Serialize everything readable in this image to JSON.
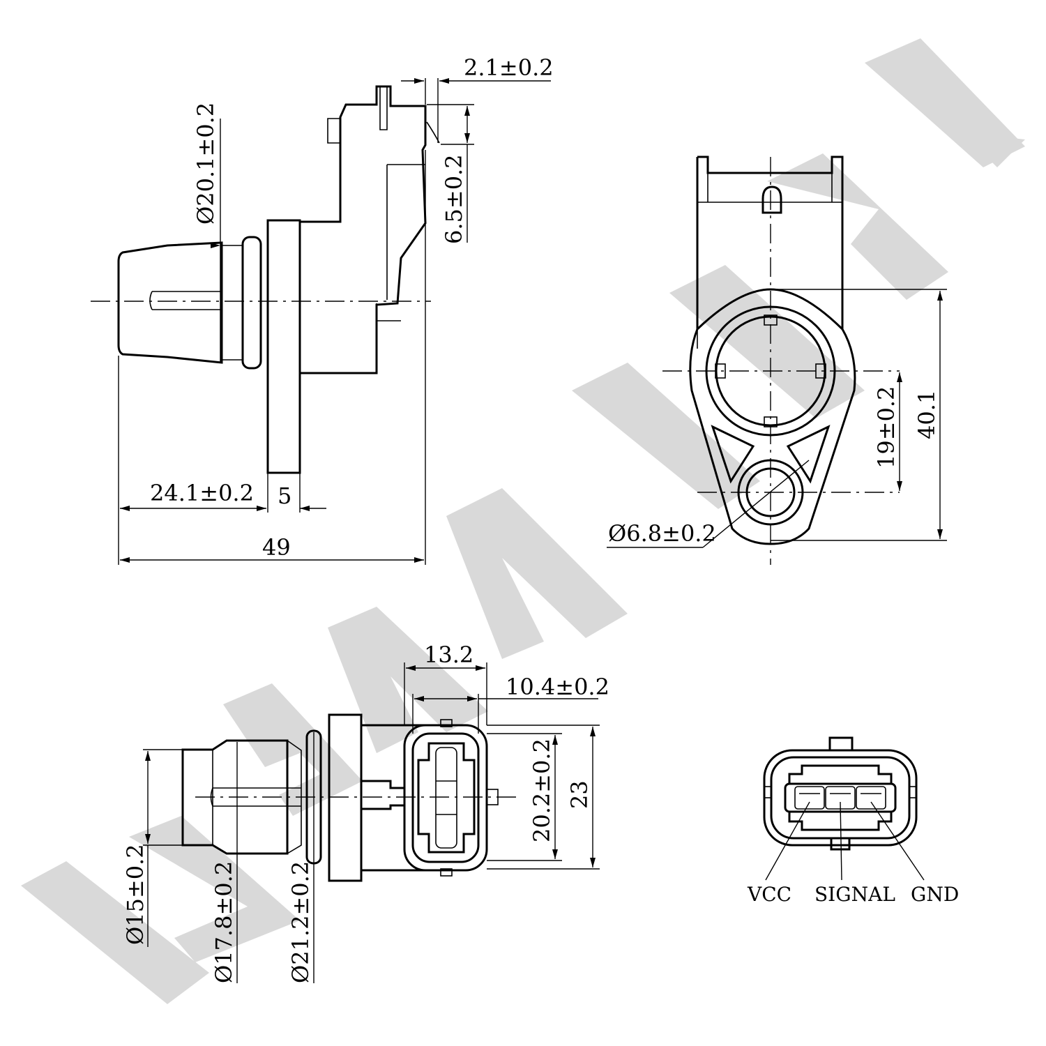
{
  "watermark": "ZENITEK",
  "side_view": {
    "dim_overall_length": "49",
    "dim_to_flange": "24.1±0.2",
    "dim_flange_thickness": "5",
    "dim_body_diameter": "Ø20.1±0.2",
    "dim_connector_offset": "2.1±0.2",
    "dim_connector_height": "6.5±0.2"
  },
  "front_view": {
    "dim_total_height": "40.1",
    "dim_hole_spacing": "19±0.2",
    "dim_hole_diameter": "Ø6.8±0.2"
  },
  "bottom_view": {
    "dim_connector_width": "13.2",
    "dim_connector_inner": "10.4±0.2",
    "dim_connector_height_inner": "20.2±0.2",
    "dim_connector_height_outer": "23",
    "dim_tip_diameter": "Ø15±0.2",
    "dim_body_diameter": "Ø17.8±0.2",
    "dim_oring_diameter": "Ø21.2±0.2"
  },
  "pinout": {
    "pins": [
      "VCC",
      "SIGNAL",
      "GND"
    ]
  }
}
